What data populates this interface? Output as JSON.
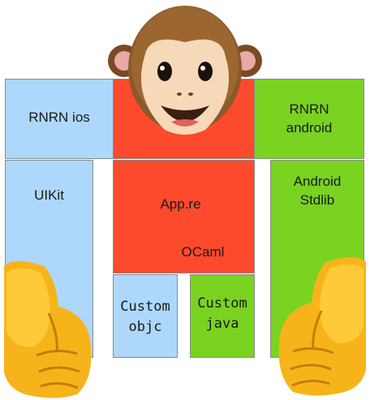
{
  "colors": {
    "ios": "#add8fb",
    "core": "#fd4a2c",
    "android": "#7ad221"
  },
  "blocks": {
    "rnrn_ios": "RNRN ios",
    "rnrn_android_line1": "RNRN",
    "rnrn_android_line2": "android",
    "uikit": "UIKit",
    "app_re": "App.re",
    "ocaml": "OCaml",
    "android_stdlib_line1": "Android",
    "android_stdlib_line2": "Stdlib",
    "custom_objc_line1": "Custom",
    "custom_objc_line2": "objc",
    "custom_java_line1": "Custom",
    "custom_java_line2": "java"
  },
  "icons": [
    "monkey-face-icon",
    "left-fist-icon",
    "right-fist-icon"
  ]
}
